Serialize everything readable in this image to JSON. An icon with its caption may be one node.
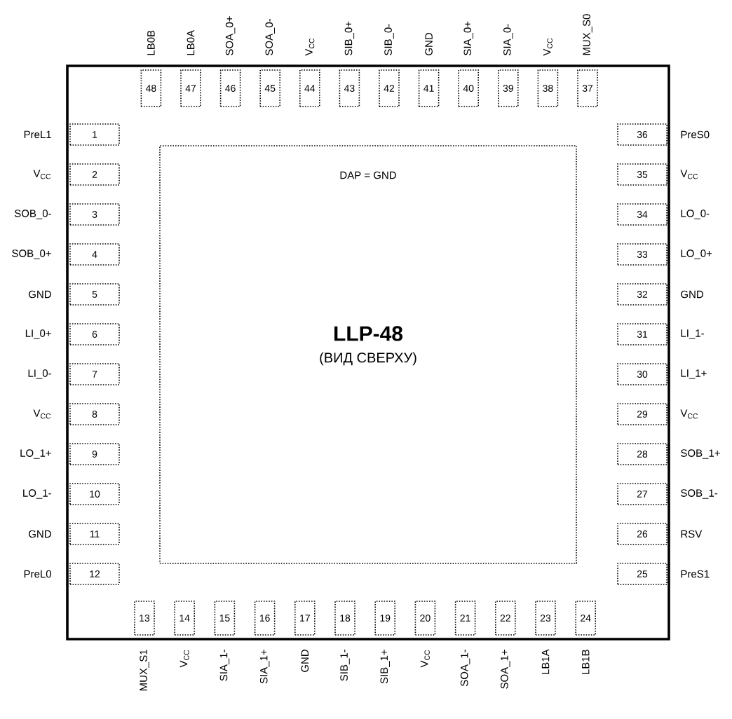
{
  "diagram": {
    "nodes": [
      {
        "text": [],
        "shape": "box"
      },
      {
        "text": [
          "DAP = GND",
          "**LLP-48**",
          "(ВИД СВЕРХУ)"
        ],
        "in": 0
      },
      {
        "text": [
          "1"
        ],
        "beside": [
          "PreL1"
        ],
        "in": 0
      },
      {
        "text": [
          "2"
        ],
        "beside": [
          "V$_{CC}$"
        ],
        "in": 0
      },
      {
        "text": [
          "3"
        ],
        "beside": [
          "SOB_0-"
        ],
        "in": 0
      },
      {
        "text": [
          "4"
        ],
        "beside": [
          "SOB_0+"
        ],
        "in": 0
      },
      {
        "text": [
          "5"
        ],
        "beside": [
          "GND"
        ],
        "in": 0
      },
      {
        "text": [
          "6"
        ],
        "beside": [
          "LI_0+"
        ],
        "in": 0
      },
      {
        "text": [
          "7"
        ],
        "beside": [
          "LI_0-"
        ],
        "in": 0
      },
      {
        "text": [
          "8"
        ],
        "beside": [
          "V$_{CC}$"
        ],
        "in": 0
      },
      {
        "text": [
          "9"
        ],
        "beside": [
          "LO_1+"
        ],
        "in": 0
      },
      {
        "text": [
          "10"
        ],
        "beside": [
          "LO_1-"
        ],
        "in": 0
      },
      {
        "text": [
          "11"
        ],
        "beside": [
          "GND"
        ],
        "in": 0
      },
      {
        "text": [
          "12"
        ],
        "beside": [
          "PreL0"
        ],
        "in": 0
      },
      {
        "text": [
          "13"
        ],
        "beside": [
          "MUX_S1"
        ],
        "in": 0
      },
      {
        "text": [
          "14"
        ],
        "beside": [
          "V$_{CC}$"
        ],
        "in": 0
      },
      {
        "text": [
          "15"
        ],
        "beside": [
          "SIA_1-"
        ],
        "in": 0
      },
      {
        "text": [
          "16"
        ],
        "beside": [
          "SIA_1+"
        ],
        "in": 0
      },
      {
        "text": [
          "17"
        ],
        "beside": [
          "GND"
        ],
        "in": 0
      },
      {
        "text": [
          "18"
        ],
        "beside": [
          "SIB_1-"
        ],
        "in": 0
      },
      {
        "text": [
          "19"
        ],
        "beside": [
          "SIB_1+"
        ],
        "in": 0
      },
      {
        "text": [
          "20"
        ],
        "beside": [
          "V$_{CC}$"
        ],
        "in": 0
      },
      {
        "text": [
          "21"
        ],
        "beside": [
          "SOA_1-"
        ],
        "in": 0
      },
      {
        "text": [
          "22"
        ],
        "beside": [
          "SOA_1+"
        ],
        "in": 0
      },
      {
        "text": [
          "23"
        ],
        "beside": [
          "LB1A"
        ],
        "in": 0
      },
      {
        "text": [
          "24"
        ],
        "beside": [
          "LB1B"
        ],
        "in": 0
      },
      {
        "text": [
          "25"
        ],
        "beside": [
          "PreS1"
        ],
        "in": 0
      },
      {
        "text": [
          "26"
        ],
        "beside": [
          "RSV"
        ],
        "in": 0
      },
      {
        "text": [
          "27"
        ],
        "beside": [
          "SOB_1-"
        ],
        "in": 0
      },
      {
        "text": [
          "28"
        ],
        "beside": [
          "SOB_1+"
        ],
        "in": 0
      },
      {
        "text": [
          "29"
        ],
        "beside": [
          "V$_{CC}$"
        ],
        "in": 0
      },
      {
        "text": [
          "30"
        ],
        "beside": [
          "LI_1+"
        ],
        "in": 0
      },
      {
        "text": [
          "31"
        ],
        "beside": [
          "LI_1-"
        ],
        "in": 0
      },
      {
        "text": [
          "32"
        ],
        "beside": [
          "GND"
        ],
        "in": 0
      },
      {
        "text": [
          "33"
        ],
        "beside": [
          "LO_0+"
        ],
        "in": 0
      },
      {
        "text": [
          "34"
        ],
        "beside": [
          "LO_0-"
        ],
        "in": 0
      },
      {
        "text": [
          "35"
        ],
        "beside": [
          "V$_{CC}$"
        ],
        "in": 0
      },
      {
        "text": [
          "36"
        ],
        "beside": [
          "PreS0"
        ],
        "in": 0
      },
      {
        "text": [
          "37"
        ],
        "beside": [
          "MUX_S0"
        ],
        "in": 0
      },
      {
        "text": [
          "38"
        ],
        "beside": [
          "V$_{CC}$"
        ],
        "in": 0
      },
      {
        "text": [
          "39"
        ],
        "beside": [
          "SIA_0-"
        ],
        "in": 0
      },
      {
        "text": [
          "40"
        ],
        "beside": [
          "SIA_0+"
        ],
        "in": 0
      },
      {
        "text": [
          "41"
        ],
        "beside": [
          "GND"
        ],
        "in": 0
      },
      {
        "text": [
          "42"
        ],
        "beside": [
          "SIB_0-"
        ],
        "in": 0
      },
      {
        "text": [
          "43"
        ],
        "beside": [
          "SIB_0+"
        ],
        "in": 0
      },
      {
        "text": [
          "44"
        ],
        "beside": [
          "V$_{CC}$"
        ],
        "in": 0
      },
      {
        "text": [
          "45"
        ],
        "beside": [
          "SOA_0-"
        ],
        "in": 0
      },
      {
        "text": [
          "46"
        ],
        "beside": [
          "SOA_0+"
        ],
        "in": 0
      },
      {
        "text": [
          "47"
        ],
        "beside": [
          "LB0A"
        ],
        "in": 0
      },
      {
        "text": [
          "48"
        ],
        "beside": [
          "LB0B"
        ],
        "in": 0
      }
    ]
  }
}
